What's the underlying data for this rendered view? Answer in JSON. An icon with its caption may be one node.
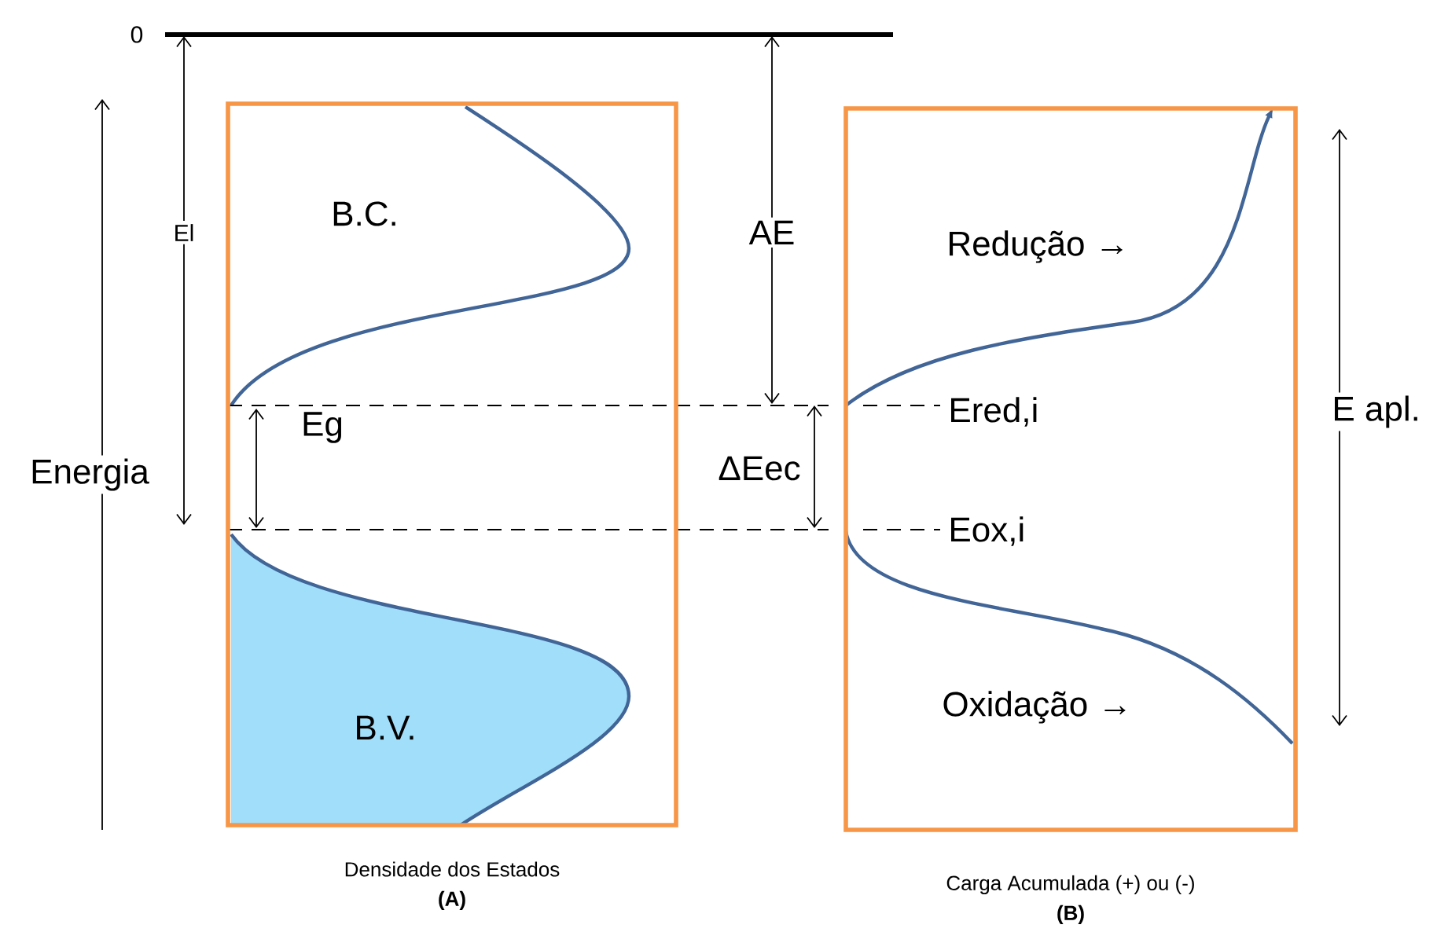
{
  "diagram": {
    "nodes": [
      {
        "text": [],
        "shape": "box",
        "beside": [
          "Densidade dos Estados",
          "(A)"
        ]
      },
      {
        "text": [],
        "shape": "box",
        "beside": [
          "Carga Acumulada (+) ou (-)",
          "(B)"
        ]
      }
    ],
    "labels": [
      "0",
      "El",
      "B.C.",
      "AE",
      "Redução →",
      "Ered,i",
      "E apl.",
      "Eg",
      "ΔEec",
      "Energia",
      "Eox,i",
      "B.V.",
      "Oxidação →"
    ]
  }
}
